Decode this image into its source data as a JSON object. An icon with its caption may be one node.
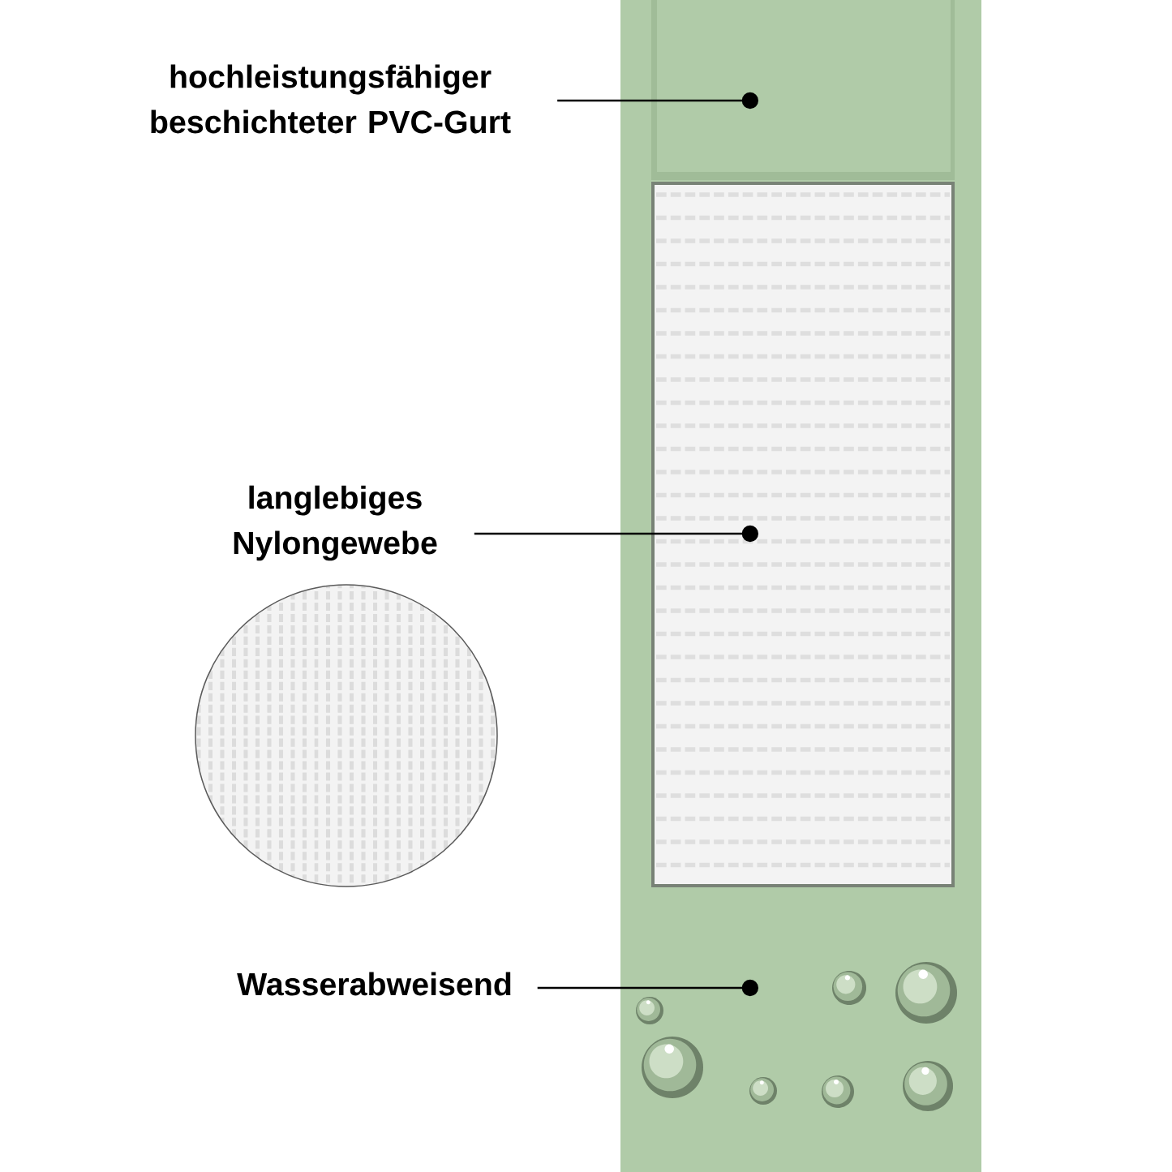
{
  "diagram": {
    "nodes": [
      {
        "text": [
          "hochleistungsfähiger beschichteter PVC-Gurt"
        ]
      },
      {
        "text": [
          "langlebiges Nylongewebe"
        ]
      },
      {
        "text": [
          "Wasserabweisend"
        ]
      }
    ],
    "edges": [
      {
        "from": 0,
        "to": null,
        "arrow": "other"
      },
      {
        "from": 1,
        "to": null,
        "arrow": "other"
      },
      {
        "from": 2,
        "to": null,
        "arrow": "other"
      }
    ]
  }
}
